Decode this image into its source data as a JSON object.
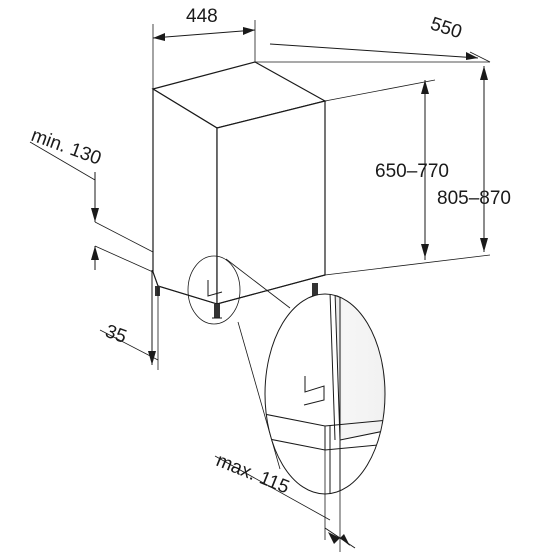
{
  "dimensions": {
    "width": "448",
    "depth": "550",
    "niche_height": "650–770",
    "total_height": "805–870",
    "min_clearance": "min. 130",
    "plinth_depth": "35",
    "max_toe_kick": "max. 115"
  },
  "colors": {
    "line": "#1a1a1a",
    "door_face": "#f4f4f4",
    "door_gradient_dark": "#d6d6d6",
    "body_side": "#ffffff"
  }
}
